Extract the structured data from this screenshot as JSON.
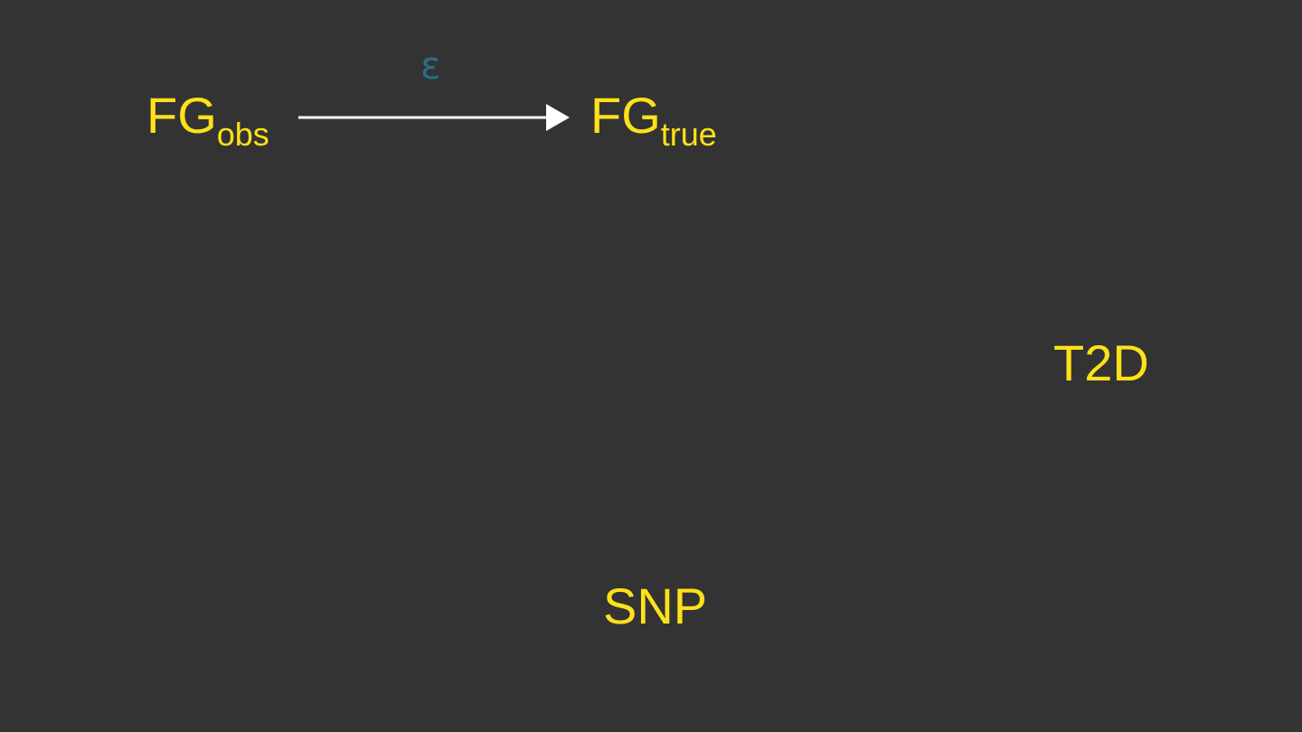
{
  "diagram": {
    "nodes": {
      "fg_obs": {
        "main": "FG",
        "sub": "obs"
      },
      "fg_true": {
        "main": "FG",
        "sub": "true"
      },
      "t2d": {
        "label": "T2D"
      },
      "snp": {
        "label": "SNP"
      }
    },
    "edges": [
      {
        "from": "fg_obs",
        "to": "fg_true",
        "label": "ε"
      }
    ],
    "colors": {
      "background": "#333333",
      "node_text": "#ffe119",
      "edge": "#ffffff",
      "edge_label": "#2a6f85"
    }
  }
}
